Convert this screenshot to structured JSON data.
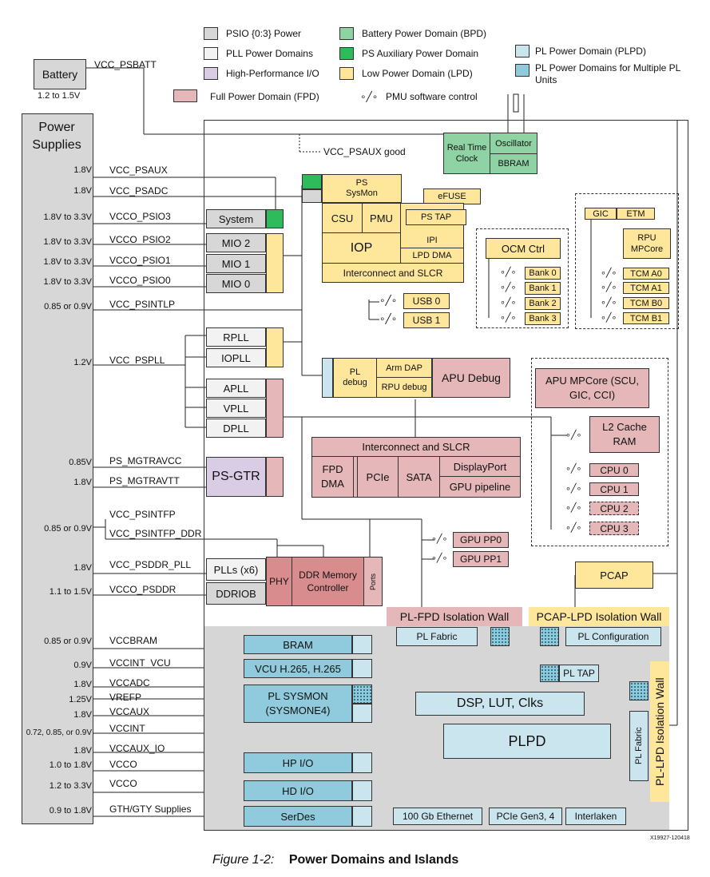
{
  "legend": {
    "psio": "PSIO {0:3} Power",
    "pll": "PLL Power Domains",
    "hpio": "High-Performance I/O",
    "fpd": "Full Power Domain (FPD)",
    "bpd": "Battery Power Domain (BPD)",
    "psaux": "PS Auxiliary Power Domain",
    "lpd": "Low Power Domain (LPD)",
    "pmu": "PMU software control",
    "plpd": "PL Power Domain (PLPD)",
    "plmulti": "PL Power Domains for Multiple PL Units"
  },
  "battery": {
    "label": "Battery",
    "range": "1.2 to 1.5V",
    "rail": "VCC_PSBATT"
  },
  "supplies": {
    "title": "Power Supplies"
  },
  "rails": [
    {
      "volt": "1.8V",
      "name": "VCC_PSAUX"
    },
    {
      "volt": "1.8V",
      "name": "VCC_PSADC"
    },
    {
      "volt": "1.8V to 3.3V",
      "name": "VCCO_PSIO3"
    },
    {
      "volt": "1.8V to 3.3V",
      "name": "VCCO_PSIO2"
    },
    {
      "volt": "1.8V to 3.3V",
      "name": "VCCO_PSIO1"
    },
    {
      "volt": "1.8V to 3.3V",
      "name": "VCCO_PSIO0"
    },
    {
      "volt": "0.85 or 0.9V",
      "name": "VCC_PSINTLP"
    },
    {
      "volt": "1.2V",
      "name": "VCC_PSPLL"
    },
    {
      "volt": "0.85V",
      "name": "PS_MGTRAVCC"
    },
    {
      "volt": "1.8V",
      "name": "PS_MGTRAVTT"
    },
    {
      "volt": "",
      "name": "VCC_PSINTFP"
    },
    {
      "volt": "0.85 or 0.9V",
      "name": "VCC_PSINTFP_DDR"
    },
    {
      "volt": "1.8V",
      "name": "VCC_PSDDR_PLL"
    },
    {
      "volt": "1.1 to 1.5V",
      "name": "VCCO_PSDDR"
    },
    {
      "volt": "0.85 or 0.9V",
      "name": "VCCBRAM"
    },
    {
      "volt": "0.9V",
      "name": "VCCINT_VCU"
    },
    {
      "volt": "1.8V",
      "name": "VCCADC"
    },
    {
      "volt": "1.25V",
      "name": "VREFP"
    },
    {
      "volt": "1.8V",
      "name": "VCCAUX"
    },
    {
      "volt": "0.72, 0.85, or 0.9V",
      "name": "VCCINT"
    },
    {
      "volt": "1.8V",
      "name": "VCCAUX_IO"
    },
    {
      "volt": "1.0 to 1.8V",
      "name": "VCCO"
    },
    {
      "volt": "1.2 to 3.3V",
      "name": "VCCO"
    },
    {
      "volt": "0.9 to 1.8V",
      "name": "GTH/GTY Supplies"
    }
  ],
  "blocks": {
    "psaux_good": "VCC_PSAUX good",
    "rtc": "Real Time Clock",
    "oscillator": "Oscillator",
    "bbram": "BBRAM",
    "sysmon": "PS SysMon",
    "efuse": "eFUSE",
    "system": "System",
    "csu": "CSU",
    "pmu": "PMU",
    "pstap": "PS TAP",
    "iop": "IOP",
    "ipi": "IPI",
    "lpddma": "LPD DMA",
    "interconnect_lpd": "Interconnect and SLCR",
    "mio2": "MIO 2",
    "mio1": "MIO 1",
    "mio0": "MIO 0",
    "usb0": "USB 0",
    "usb1": "USB 1",
    "ocm": "OCM Ctrl",
    "banks": [
      "Bank 0",
      "Bank 1",
      "Bank 2",
      "Bank 3"
    ],
    "gic": "GIC",
    "etm": "ETM",
    "rpu": "RPU MPCore",
    "tcm": [
      "TCM A0",
      "TCM A1",
      "TCM B0",
      "TCM B1"
    ],
    "rpll": "RPLL",
    "iopll": "IOPLL",
    "apll": "APLL",
    "vpll": "VPLL",
    "dpll": "DPLL",
    "pldebug": "PL debug",
    "armdap": "Arm DAP",
    "rpudebug": "RPU debug",
    "apudebug": "APU Debug",
    "apumpcore": "APU MPCore (SCU, GIC, CCI)",
    "l2": "L2 Cache RAM",
    "cpus": [
      "CPU 0",
      "CPU 1",
      "CPU 2",
      "CPU 3"
    ],
    "interconnect_fpd": "Interconnect and SLCR",
    "fpddma": "FPD DMA",
    "pcie": "PCIe",
    "sata": "SATA",
    "displayport": "DisplayPort",
    "gpupipe": "GPU pipeline",
    "psgtr": "PS-GTR",
    "gpupp0": "GPU PP0",
    "gpupp1": "GPU PP1",
    "plls6": "PLLs (x6)",
    "ddrio": "DDRIOB",
    "phy": "PHY",
    "ddrctrl": "DDR Memory Controller",
    "ports": "Ports",
    "pcap": "PCAP",
    "plfpdwall": "PL-FPD Isolation Wall",
    "pcapwall": "PCAP-LPD Isolation Wall",
    "pllpdwall": "PL-LPD Isolation Wall",
    "plfabric": "PL Fabric",
    "plconfig": "PL Configuration",
    "pltap": "PL TAP",
    "bram": "BRAM",
    "vcu": "VCU H.265, H.265",
    "plsysmon": "PL SYSMON (SYSMONE4)",
    "dsp": "DSP, LUT, Clks",
    "plpd": "PLPD",
    "plfabric_v": "PL Fabric",
    "hpio": "HP I/O",
    "hdio": "HD I/O",
    "serdes": "SerDes",
    "eth": "100 Gb Ethernet",
    "pciegen": "PCIe Gen3, 4",
    "interlaken": "Interlaken"
  },
  "figure_id": "X19927-120418",
  "caption": {
    "number": "Figure 1-2:",
    "title": "Power Domains and Islands"
  }
}
